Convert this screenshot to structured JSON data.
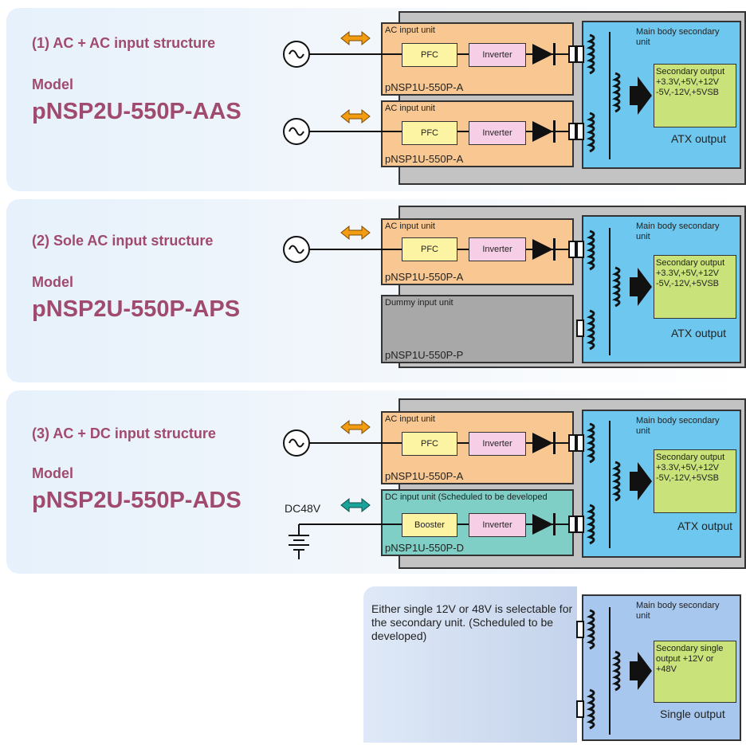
{
  "sections": [
    {
      "title": "(1) AC + AC input structure",
      "model_label": "Model",
      "model": "pNSP2U-550P-AAS",
      "units": [
        {
          "title": "AC input unit",
          "block1": "PFC",
          "block2": "Inverter",
          "model": "pNSP1U-550P-A"
        },
        {
          "title": "AC input unit",
          "block1": "PFC",
          "block2": "Inverter",
          "model": "pNSP1U-550P-A"
        }
      ],
      "secondary": {
        "title": "Main body secondary unit",
        "output": "Secondary output +3.3V,+5V,+12V -5V,-12V,+5VSB",
        "output_label": "ATX output"
      }
    },
    {
      "title": "(2) Sole AC input structure",
      "model_label": "Model",
      "model": "pNSP2U-550P-APS",
      "units": [
        {
          "title": "AC input unit",
          "block1": "PFC",
          "block2": "Inverter",
          "model": "pNSP1U-550P-A"
        },
        {
          "title": "Dummy input unit",
          "model": "pNSP1U-550P-P"
        }
      ],
      "secondary": {
        "title": "Main body secondary unit",
        "output": "Secondary output +3.3V,+5V,+12V -5V,-12V,+5VSB",
        "output_label": "ATX output"
      }
    },
    {
      "title": "(3) AC + DC input structure",
      "model_label": "Model",
      "model": "pNSP2U-550P-ADS",
      "units": [
        {
          "title": "AC input unit",
          "block1": "PFC",
          "block2": "Inverter",
          "model": "pNSP1U-550P-A"
        },
        {
          "title": "DC input unit (Scheduled to be developed",
          "block1": "Booster",
          "block2": "Inverter",
          "model": "pNSP1U-550P-D"
        }
      ],
      "dc_label": "DC48V",
      "secondary": {
        "title": "Main body secondary unit",
        "output": "Secondary output +3.3V,+5V,+12V -5V,-12V,+5VSB",
        "output_label": "ATX output"
      }
    }
  ],
  "note": {
    "text": "Either single 12V or 48V is selectable for the secondary unit. (Scheduled to be developed)",
    "secondary": {
      "title": "Main body secondary unit",
      "output": "Secondary single output +12V or +48V",
      "output_label": "Single output"
    }
  },
  "colors": {
    "title": "#a04a6e",
    "ac_unit": "#f9c892",
    "dc_unit": "#7fcfc6",
    "dummy_unit": "#a8a8a8",
    "secondary": "#6ec7ee",
    "output": "#c9e37a",
    "ac_arrow": "#f39c12",
    "dc_arrow": "#1aa39a"
  }
}
